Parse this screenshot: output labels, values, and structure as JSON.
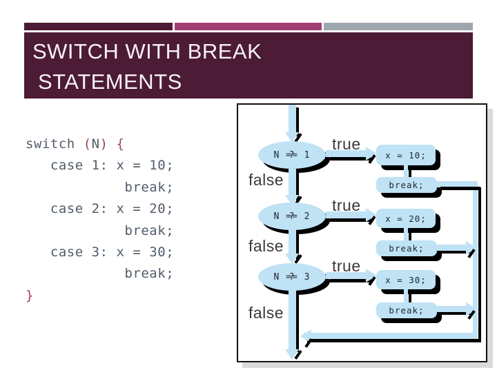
{
  "slide": {
    "title_line1": "SWITCH WITH BREAK",
    "title_line2": "STATEMENTS"
  },
  "theme": {
    "maroon": "#4c1b36",
    "pink": "#a23e72",
    "graybar": "#9ea7ae",
    "blue": "#bfe2f5",
    "labelgray": "#3a3a3a",
    "codetext": "#505c69",
    "codepunct": "#9c4550"
  },
  "code": {
    "lines": [
      "switch (N) {",
      "   case 1: x = 10;",
      "            break;",
      "   case 2: x = 20;",
      "            break;",
      "   case 3: x = 30;",
      "            break;",
      "}"
    ]
  },
  "flowchart": {
    "true_label": "true",
    "false_label": "false",
    "question_mark": "?",
    "rows": [
      {
        "condition": "N == 1",
        "action": "x = 10;",
        "break_label": "break;"
      },
      {
        "condition": "N == 2",
        "action": "x = 20;",
        "break_label": "break;"
      },
      {
        "condition": "N == 3",
        "action": "x = 30;",
        "break_label": "break;"
      }
    ]
  }
}
